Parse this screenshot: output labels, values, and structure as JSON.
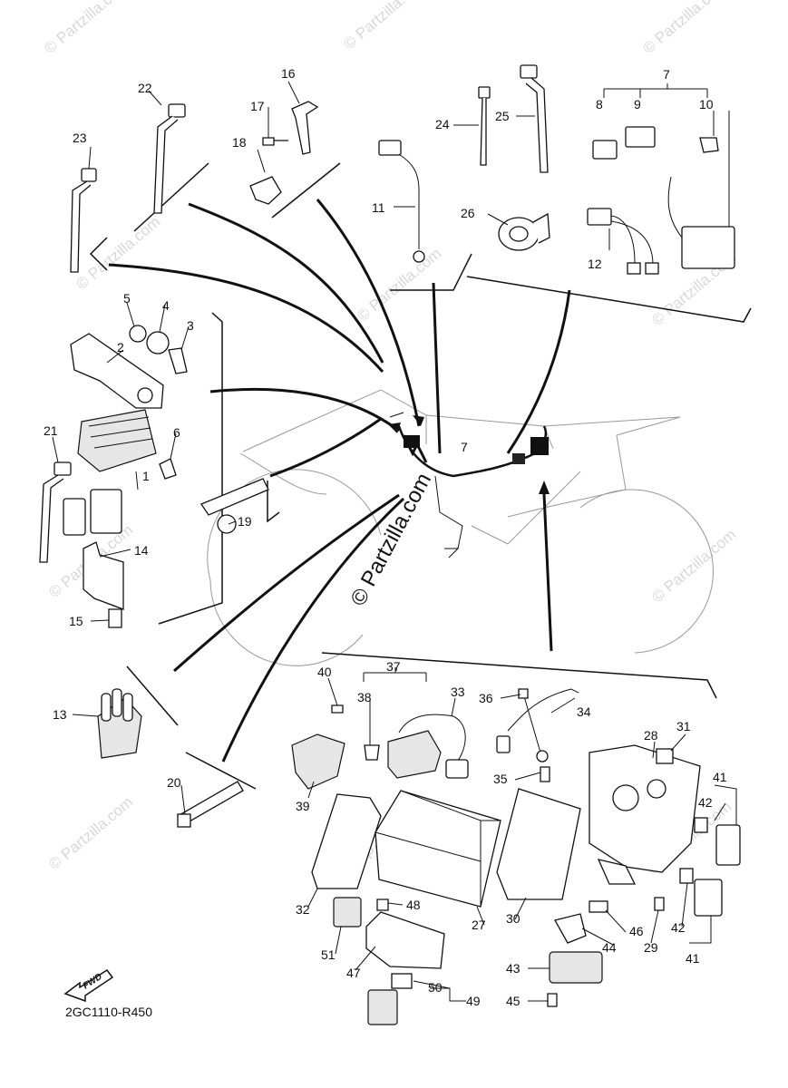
{
  "watermarks": {
    "corner": "© Partzilla.com",
    "center": "© Partzilla.com"
  },
  "diagram_code": "2GC1110-R450",
  "fwd_arrow_label": "FWD",
  "callouts": {
    "p1": "1",
    "p2": "2",
    "p3": "3",
    "p4": "4",
    "p5": "5",
    "p6": "6",
    "p7a": "7",
    "p7b": "7",
    "p8": "8",
    "p9": "9",
    "p10": "10",
    "p11": "11",
    "p12": "12",
    "p13": "13",
    "p14": "14",
    "p15": "15",
    "p16": "16",
    "p17": "17",
    "p18": "18",
    "p19": "19",
    "p20": "20",
    "p21": "21",
    "p22": "22",
    "p23": "23",
    "p24": "24",
    "p25": "25",
    "p26": "26",
    "p27": "27",
    "p28": "28",
    "p29": "29",
    "p30": "30",
    "p31": "31",
    "p32": "32",
    "p33": "33",
    "p34": "34",
    "p35": "35",
    "p36": "36",
    "p37": "37",
    "p38": "38",
    "p39": "39",
    "p40": "40",
    "p41a": "41",
    "p41b": "41",
    "p42a": "42",
    "p42b": "42",
    "p43": "43",
    "p44": "44",
    "p45": "45",
    "p46": "46",
    "p47": "47",
    "p48": "48",
    "p49": "49",
    "p50": "50",
    "p51": "51"
  }
}
